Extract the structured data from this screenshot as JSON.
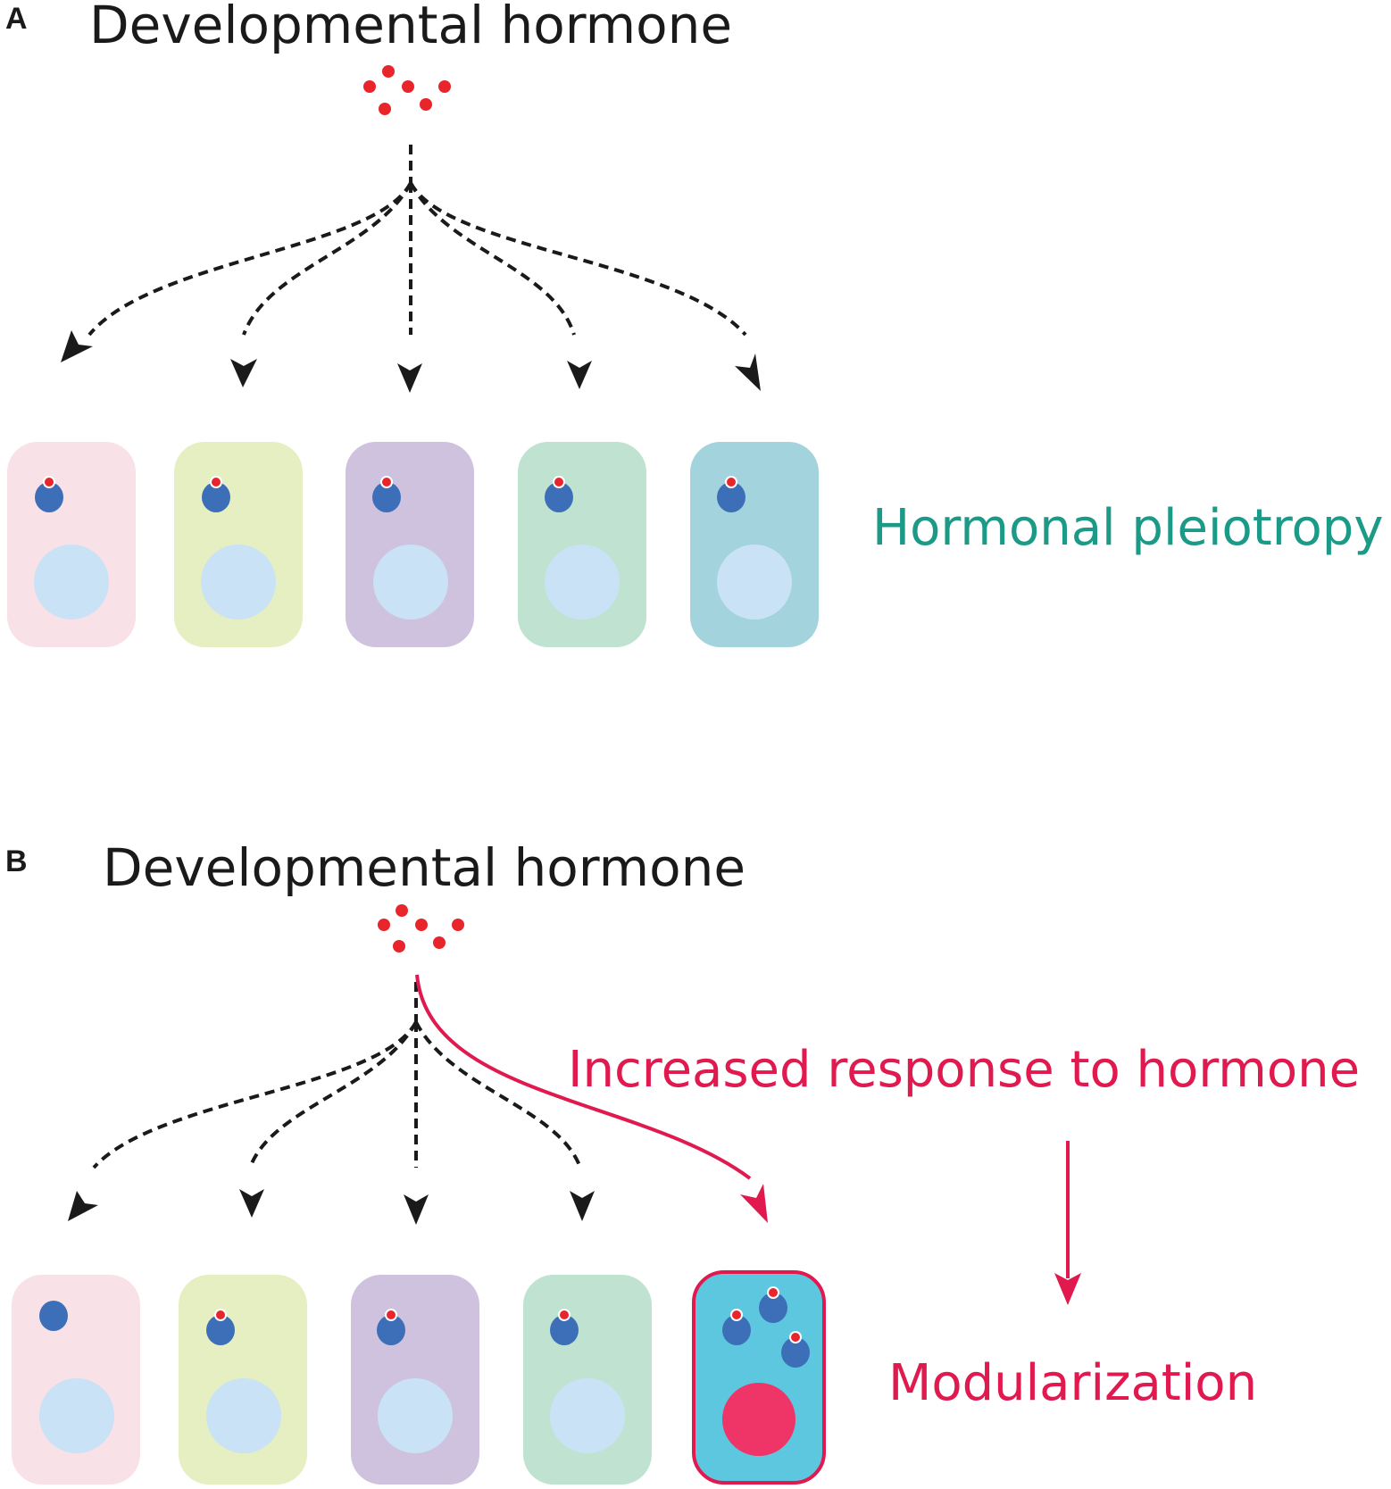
{
  "panel_a": {
    "letter": "A",
    "title": "Developmental hormone",
    "label": "Hormonal pleiotropy"
  },
  "panel_b": {
    "letter": "B",
    "title": "Developmental hormone",
    "label_response": "Increased response to hormone",
    "label_outcome": "Modularization"
  },
  "colors": {
    "hormone": "#e8252a",
    "receptor": "#3d6fb8",
    "nucleus": "#c9e2f5",
    "arrow": "#1a1a1a",
    "highlight": "#e0194f",
    "pleiotropy_text": "#1b9a87",
    "cell_fills": [
      "#f8e1e7",
      "#e5efc2",
      "#cfc2df",
      "#bfe3d0",
      "#a3d3dc"
    ],
    "modular_cell_fill": "#5ec7e0",
    "modular_nucleus": "#ef3468"
  }
}
